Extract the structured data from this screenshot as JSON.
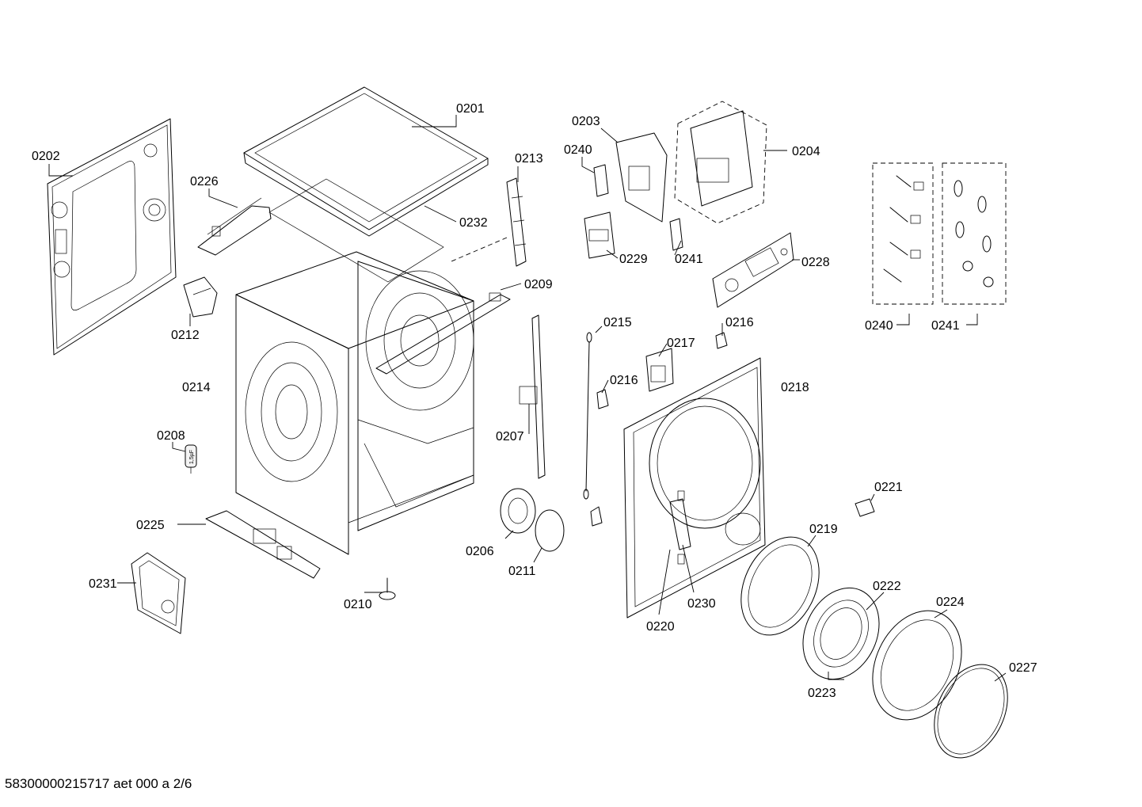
{
  "document_reference": "58300000215717 aet 000 a 2/6",
  "callouts": [
    {
      "id": "0201",
      "label": "0201"
    },
    {
      "id": "0202",
      "label": "0202"
    },
    {
      "id": "0203",
      "label": "0203"
    },
    {
      "id": "0204",
      "label": "0204"
    },
    {
      "id": "0206",
      "label": "0206"
    },
    {
      "id": "0207",
      "label": "0207"
    },
    {
      "id": "0208",
      "label": "0208"
    },
    {
      "id": "0209",
      "label": "0209"
    },
    {
      "id": "0210",
      "label": "0210"
    },
    {
      "id": "0211",
      "label": "0211"
    },
    {
      "id": "0212",
      "label": "0212"
    },
    {
      "id": "0213",
      "label": "0213"
    },
    {
      "id": "0214",
      "label": "0214"
    },
    {
      "id": "0215",
      "label": "0215"
    },
    {
      "id": "0216a",
      "label": "0216"
    },
    {
      "id": "0216b",
      "label": "0216"
    },
    {
      "id": "0217",
      "label": "0217"
    },
    {
      "id": "0218",
      "label": "0218"
    },
    {
      "id": "0219",
      "label": "0219"
    },
    {
      "id": "0220",
      "label": "0220"
    },
    {
      "id": "0221",
      "label": "0221"
    },
    {
      "id": "0222",
      "label": "0222"
    },
    {
      "id": "0223",
      "label": "0223"
    },
    {
      "id": "0224",
      "label": "0224"
    },
    {
      "id": "0225",
      "label": "0225"
    },
    {
      "id": "0226",
      "label": "0226"
    },
    {
      "id": "0227",
      "label": "0227"
    },
    {
      "id": "0228",
      "label": "0228"
    },
    {
      "id": "0229",
      "label": "0229"
    },
    {
      "id": "0230",
      "label": "0230"
    },
    {
      "id": "0231",
      "label": "0231"
    },
    {
      "id": "0232",
      "label": "0232"
    },
    {
      "id": "0240a",
      "label": "0240"
    },
    {
      "id": "0240b",
      "label": "0240"
    },
    {
      "id": "0241a",
      "label": "0241"
    },
    {
      "id": "0241b",
      "label": "0241"
    }
  ],
  "capacitor_marking": "1,5µF"
}
